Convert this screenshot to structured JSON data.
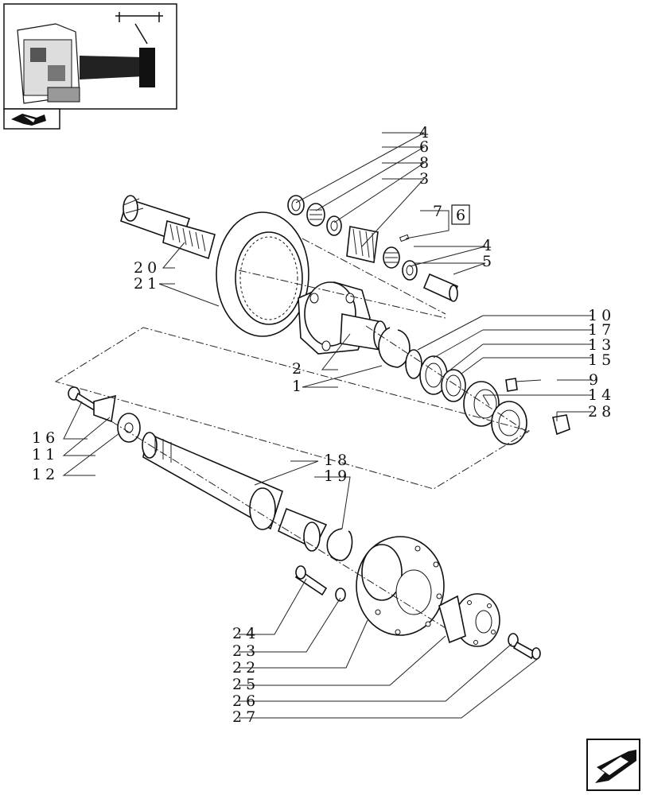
{
  "callouts": [
    {
      "id": "c4a",
      "text": "4"
    },
    {
      "id": "c6",
      "text": "6"
    },
    {
      "id": "c8",
      "text": "8"
    },
    {
      "id": "c3",
      "text": "3"
    },
    {
      "id": "c7",
      "text": "7"
    },
    {
      "id": "c6box",
      "text": "6"
    },
    {
      "id": "c4b",
      "text": "4"
    },
    {
      "id": "c5",
      "text": "5"
    },
    {
      "id": "c20",
      "text": "20"
    },
    {
      "id": "c21",
      "text": "21"
    },
    {
      "id": "c10",
      "text": "10"
    },
    {
      "id": "c17",
      "text": "17"
    },
    {
      "id": "c13",
      "text": "13"
    },
    {
      "id": "c15",
      "text": "15"
    },
    {
      "id": "c9",
      "text": "9"
    },
    {
      "id": "c14",
      "text": "14"
    },
    {
      "id": "c28",
      "text": "28"
    },
    {
      "id": "c2",
      "text": "2"
    },
    {
      "id": "c1",
      "text": "1"
    },
    {
      "id": "c16",
      "text": "16"
    },
    {
      "id": "c11",
      "text": "11"
    },
    {
      "id": "c12",
      "text": "12"
    },
    {
      "id": "c18",
      "text": "18"
    },
    {
      "id": "c19",
      "text": "19"
    },
    {
      "id": "c24",
      "text": "24"
    },
    {
      "id": "c23",
      "text": "23"
    },
    {
      "id": "c22",
      "text": "22"
    },
    {
      "id": "c25",
      "text": "25"
    },
    {
      "id": "c26",
      "text": "26"
    },
    {
      "id": "c27",
      "text": "27"
    }
  ],
  "icons": {
    "thumbnail": "vehicle-location-thumbnail",
    "book_arrow": "book-arrow-icon",
    "next_arrow": "next-page-arrow-icon"
  }
}
